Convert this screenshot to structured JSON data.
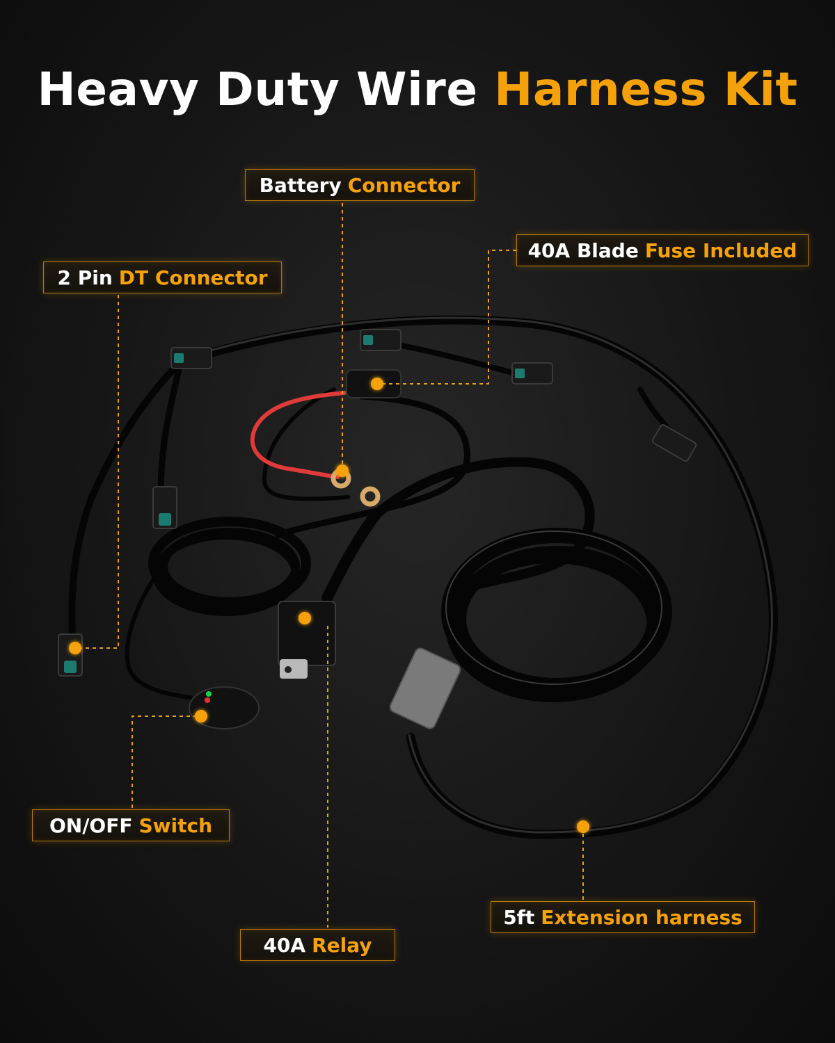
{
  "title": {
    "main": "Heavy Duty Wire",
    "accent": "Harness Kit"
  },
  "callouts": {
    "battery": {
      "main": "Battery",
      "accent": "Connector"
    },
    "fuse": {
      "main": "40A Blade",
      "accent": "Fuse Included"
    },
    "dt": {
      "main": "2 Pin",
      "accent": "DT Connector"
    },
    "switch": {
      "main": "ON/OFF",
      "accent": "Switch"
    },
    "relay": {
      "main": "40A",
      "accent": "Relay"
    },
    "extension": {
      "main": "5ft",
      "accent": "Extension harness"
    }
  },
  "colors": {
    "accent": "#f5a20a",
    "text": "#ffffff",
    "background": "#161616"
  }
}
